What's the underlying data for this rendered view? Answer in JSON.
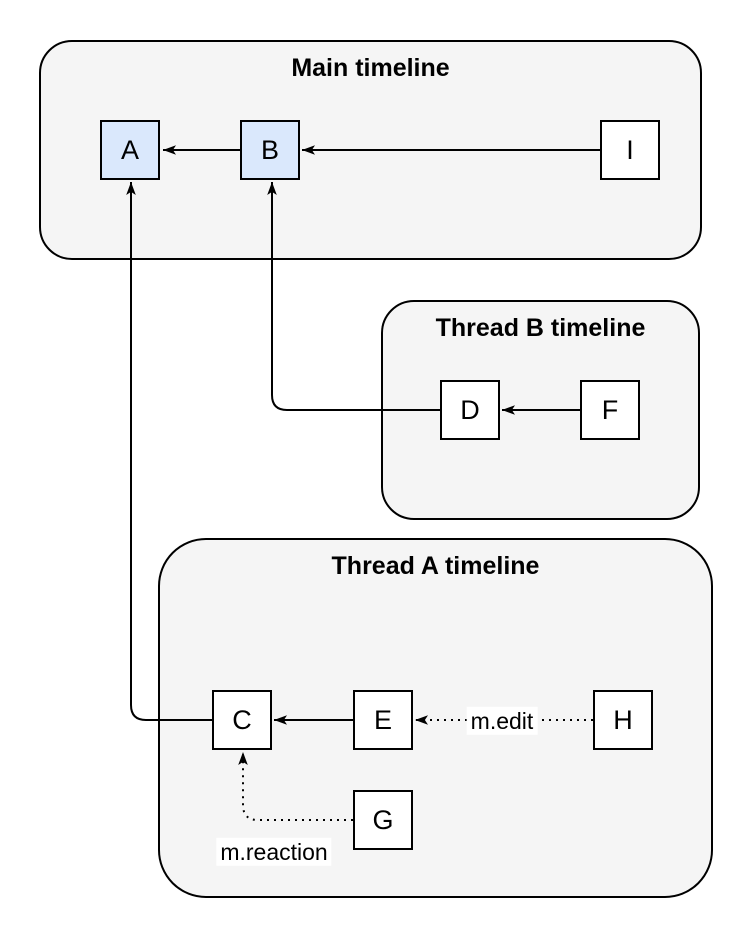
{
  "diagram": {
    "containers": [
      {
        "id": "main",
        "title": "Main timeline"
      },
      {
        "id": "thread-b",
        "title": "Thread B timeline"
      },
      {
        "id": "thread-a",
        "title": "Thread A timeline"
      }
    ],
    "nodes": [
      {
        "id": "A",
        "label": "A",
        "container": "main",
        "highlighted": true
      },
      {
        "id": "B",
        "label": "B",
        "container": "main",
        "highlighted": true
      },
      {
        "id": "I",
        "label": "I",
        "container": "main",
        "highlighted": false
      },
      {
        "id": "D",
        "label": "D",
        "container": "thread-b",
        "highlighted": false
      },
      {
        "id": "F",
        "label": "F",
        "container": "thread-b",
        "highlighted": false
      },
      {
        "id": "C",
        "label": "C",
        "container": "thread-a",
        "highlighted": false
      },
      {
        "id": "E",
        "label": "E",
        "container": "thread-a",
        "highlighted": false
      },
      {
        "id": "H",
        "label": "H",
        "container": "thread-a",
        "highlighted": false
      },
      {
        "id": "G",
        "label": "G",
        "container": "thread-a",
        "highlighted": false
      }
    ],
    "edges": [
      {
        "from": "B",
        "to": "A",
        "style": "solid",
        "label": ""
      },
      {
        "from": "I",
        "to": "B",
        "style": "solid",
        "label": ""
      },
      {
        "from": "D",
        "to": "B",
        "style": "solid",
        "label": ""
      },
      {
        "from": "F",
        "to": "D",
        "style": "solid",
        "label": ""
      },
      {
        "from": "C",
        "to": "A",
        "style": "solid",
        "label": ""
      },
      {
        "from": "E",
        "to": "C",
        "style": "solid",
        "label": ""
      },
      {
        "from": "H",
        "to": "E",
        "style": "dotted",
        "label": "m.edit"
      },
      {
        "from": "G",
        "to": "C",
        "style": "dotted",
        "label": "m.reaction"
      }
    ],
    "colors": {
      "highlight_node_fill": "#dae8fc",
      "node_fill": "#ffffff",
      "container_fill": "#f5f5f5",
      "stroke": "#000000",
      "label_background": "#ffffff",
      "canvas_background": "#ffffff"
    }
  }
}
